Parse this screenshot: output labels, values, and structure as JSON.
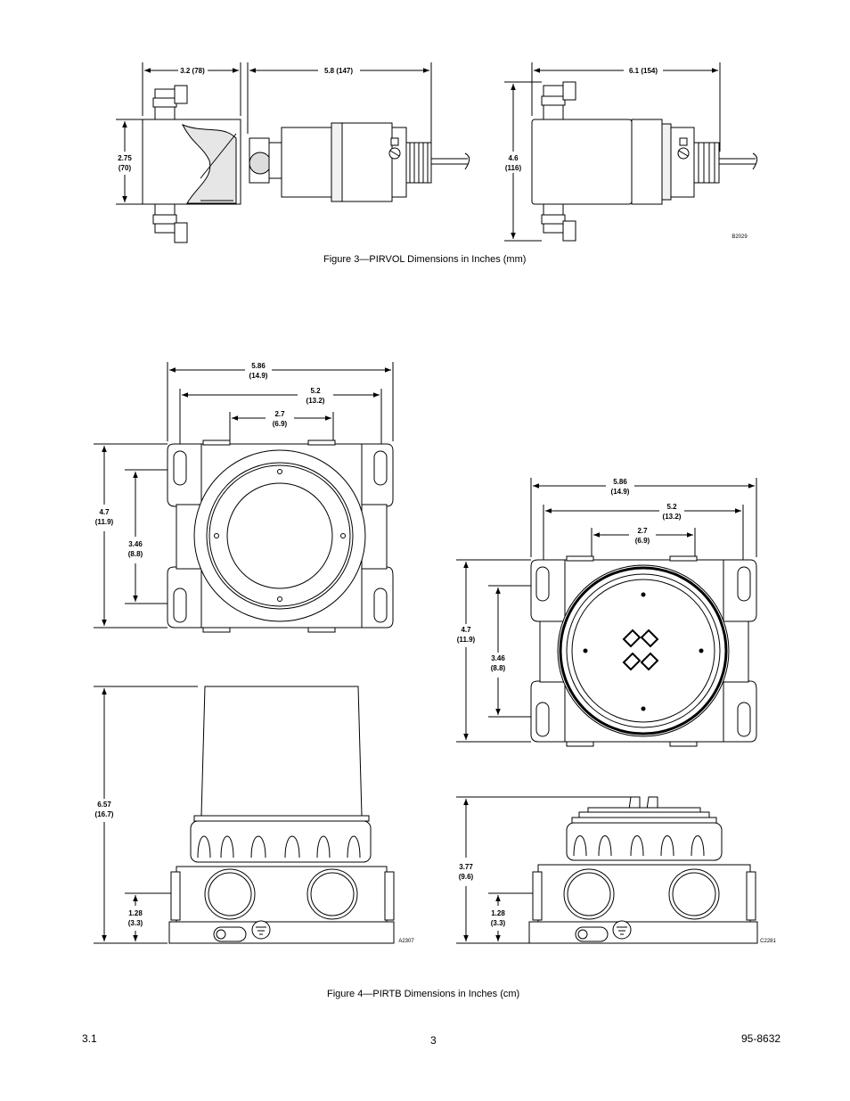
{
  "figure3": {
    "caption": "Figure 3—PIRVOL Dimensions in Inches (mm)",
    "code": "B2029",
    "dims": {
      "width_a": "3.2 (78)",
      "length": "5.8 (147)",
      "height_a_in": "2.75",
      "height_a_mm": "(70)",
      "width_b": "6.1 (154)",
      "height_b_in": "4.6",
      "height_b_mm": "(116)"
    }
  },
  "figure4": {
    "caption": "Figure 4—PIRTB Dimensions in Inches (cm)",
    "left": {
      "code": "A2307",
      "overall_w_in": "5.86",
      "overall_w_cm": "(14.9)",
      "hole_w_in": "5.2",
      "hole_w_cm": "(13.2)",
      "hub_w_in": "2.7",
      "hub_w_cm": "(6.9)",
      "overall_h_in": "4.7",
      "overall_h_cm": "(11.9)",
      "hole_h_in": "3.46",
      "hole_h_cm": "(8.8)",
      "total_h_in": "6.57",
      "total_h_cm": "(16.7)",
      "base_h_in": "1.28",
      "base_h_cm": "(3.3)"
    },
    "right": {
      "code": "C2281",
      "overall_w_in": "5.86",
      "overall_w_cm": "(14.9)",
      "hole_w_in": "5.2",
      "hole_w_cm": "(13.2)",
      "hub_w_in": "2.7",
      "hub_w_cm": "(6.9)",
      "overall_h_in": "4.7",
      "overall_h_cm": "(11.9)",
      "hole_h_in": "3.46",
      "hole_h_cm": "(8.8)",
      "total_h_in": "3.77",
      "total_h_cm": "(9.6)",
      "base_h_in": "1.28",
      "base_h_cm": "(3.3)"
    }
  },
  "footer": {
    "revision": "3.1",
    "page_number": "3",
    "doc_number": "95-8632"
  }
}
